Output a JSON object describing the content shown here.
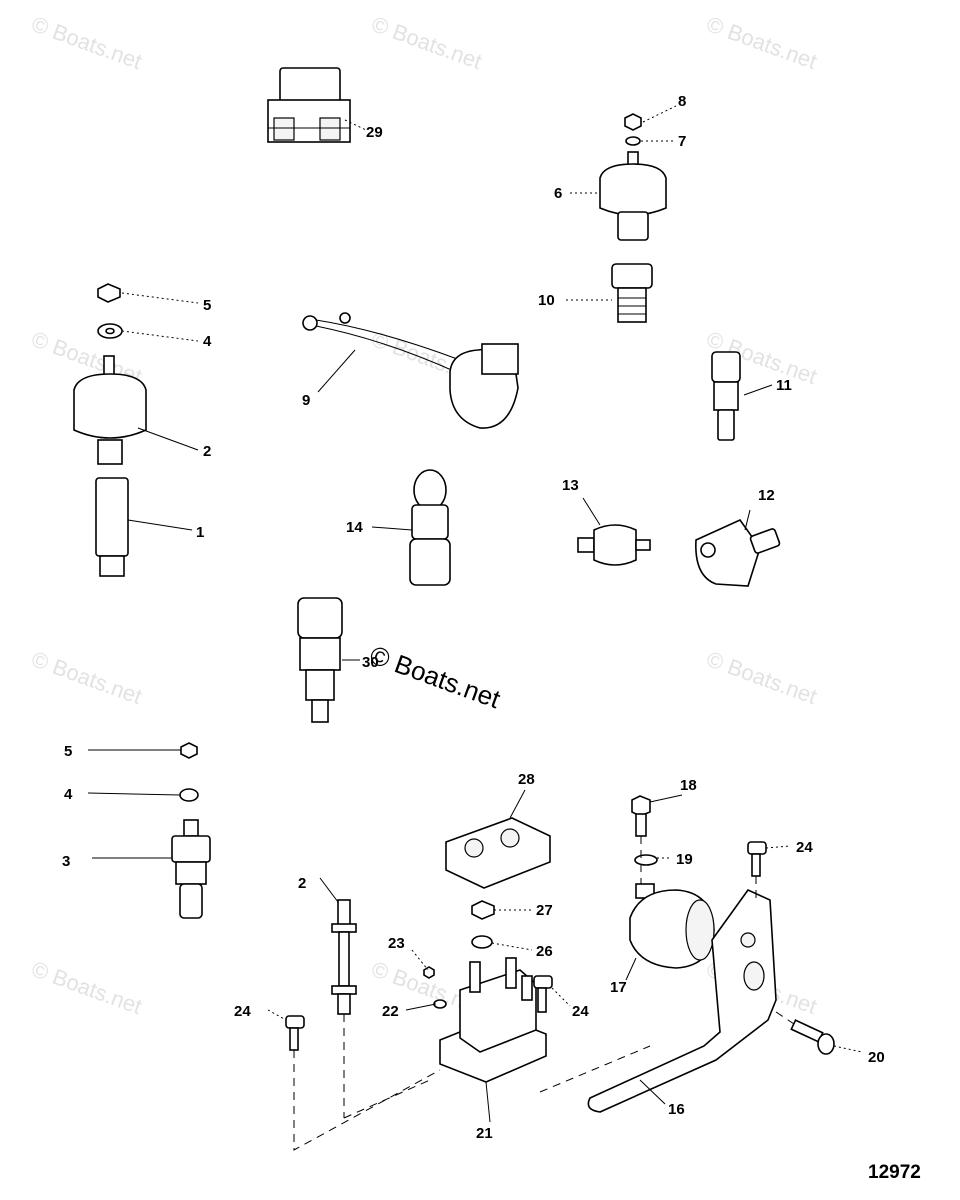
{
  "watermark": "© Boats.net",
  "drawing_number": "12972",
  "callouts": [
    "29",
    "8",
    "7",
    "6",
    "10",
    "5",
    "4",
    "2",
    "1",
    "9",
    "11",
    "12",
    "13",
    "14",
    "30",
    "5",
    "4",
    "3",
    "28",
    "18",
    "19",
    "24",
    "27",
    "26",
    "23",
    "22",
    "24",
    "17",
    "24",
    "20",
    "16",
    "21",
    "2"
  ]
}
